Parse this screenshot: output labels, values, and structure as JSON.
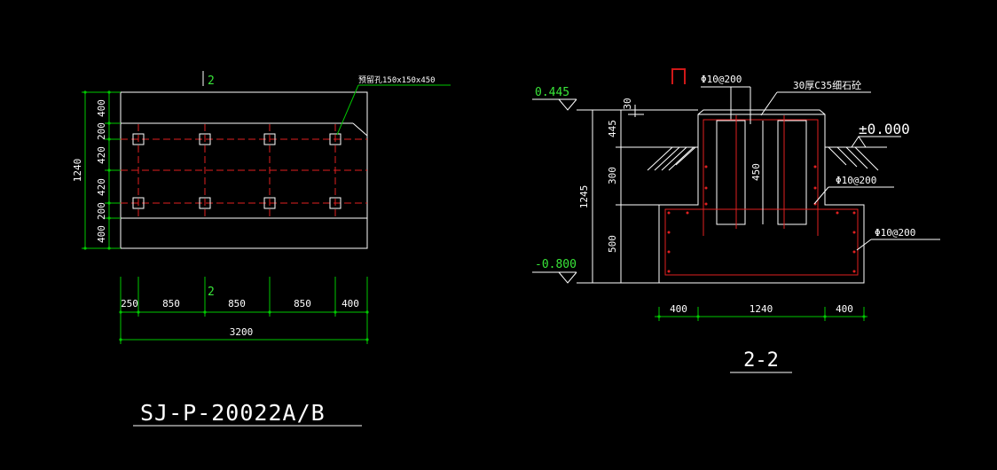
{
  "colors": {
    "background": "#000000",
    "outline": "#ffffff",
    "dimension": "#00c800",
    "rebar": "#e02020",
    "section_mark": "#d01818",
    "green_text": "#39e639"
  },
  "plan": {
    "section_mark_top": "2",
    "section_mark_bottom": "2",
    "hole_note": "预留孔150x150x450",
    "vertical_total": "1240",
    "vertical_dims": [
      "400",
      "200",
      "420",
      "420",
      "200",
      "400"
    ],
    "horizontal_dims": [
      "250",
      "850",
      "850",
      "850",
      "400"
    ],
    "horizontal_total": "3200",
    "drawing_id": "SJ-P-20022A/B"
  },
  "section": {
    "elevation_top": "0.445",
    "elevation_bottom": "-0.800",
    "ground_level": "±0.000",
    "rebar_top_label": "Φ10@200",
    "topping_note": "30厚C35细石砼",
    "rebar_mid_label": "Φ10@200",
    "rebar_base_label": "Φ10@200",
    "dim_30": "30",
    "dim_445": "445",
    "dim_300": "300",
    "dim_500": "500",
    "dim_1245": "1245",
    "dim_450": "450",
    "bottom_dims": [
      "400",
      "1240",
      "400"
    ],
    "section_label": "2-2"
  }
}
